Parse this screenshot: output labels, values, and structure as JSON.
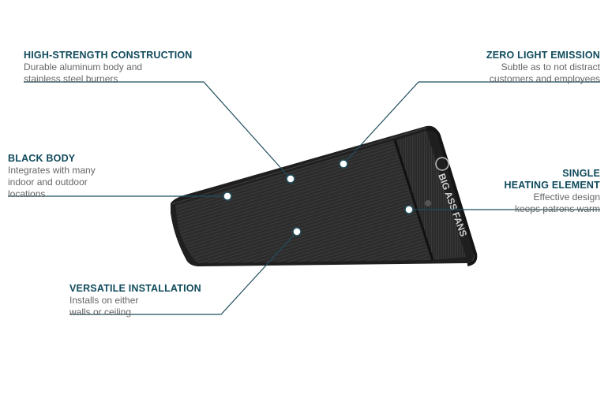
{
  "brand": "BIG ASS FANS",
  "callouts": {
    "strength": {
      "title": "HIGH-STRENGTH CONSTRUCTION",
      "lines": [
        "Durable aluminum body and",
        "stainless steel burners"
      ]
    },
    "zero_light": {
      "title": "ZERO LIGHT EMISSION",
      "lines": [
        "Subtle as to not distract",
        "customers and employees"
      ]
    },
    "black_body": {
      "title": "BLACK BODY",
      "lines": [
        "Integrates with many",
        "indoor and outdoor",
        "locations"
      ]
    },
    "heating": {
      "title_lines": [
        "SINGLE",
        "HEATING ELEMENT"
      ],
      "lines": [
        "Effective design",
        "keeps patrons warm"
      ]
    },
    "install": {
      "title": "VERSATILE INSTALLATION",
      "lines": [
        "Installs on either",
        "walls or ceiling"
      ]
    }
  },
  "colors": {
    "accent": "#0f4a5c",
    "body_text": "#666666",
    "heater": "#2a2a2a",
    "connector": "#1f4d5c"
  }
}
